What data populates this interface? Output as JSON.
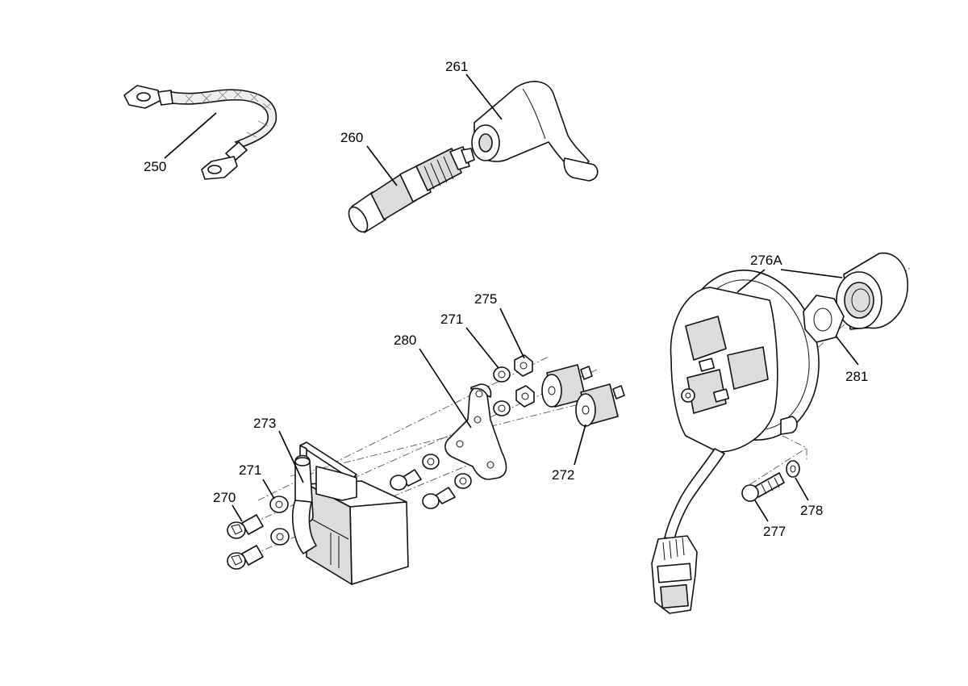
{
  "callouts": {
    "c250": "250",
    "c260": "260",
    "c261": "261",
    "c270": "270",
    "c271a": "271",
    "c271b": "271",
    "c272": "272",
    "c273": "273",
    "c275": "275",
    "c276a": "276A",
    "c277": "277",
    "c278": "278",
    "c280": "280",
    "c281": "281"
  },
  "icons": {
    "ground_cable": "ground-cable-icon",
    "spark_plug": "spark-plug-icon",
    "plug_cap": "spark-plug-cap-icon",
    "ignition_coil": "ignition-coil-icon",
    "bracket": "mounting-bracket-icon",
    "rubber_mounts": "rubber-mount-icon",
    "stator": "stator-icon",
    "rotor": "rotor-icon",
    "nut": "nut-icon",
    "screw": "screw-icon",
    "washer": "washer-icon"
  },
  "colors": {
    "line": "#111111",
    "shade": "#dcdcdc",
    "background": "#ffffff"
  }
}
